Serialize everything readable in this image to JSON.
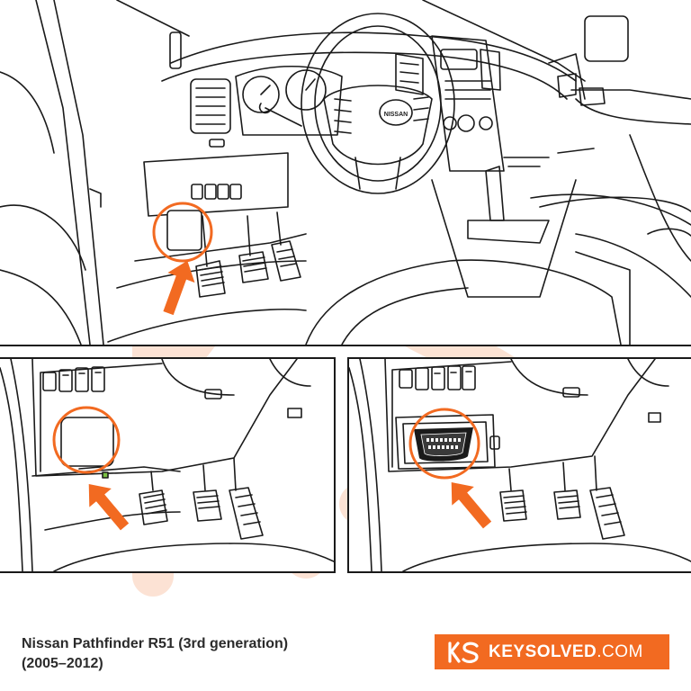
{
  "caption": {
    "line1": "Nissan Pathfinder R51 (3rd generation)",
    "line2": "(2005–2012)"
  },
  "brand": {
    "name_bold": "KEYSOLVED",
    "name_suffix": ".COM",
    "background_color": "#f26a21"
  },
  "steering_badge": "NISSAN",
  "accent_color": "#f26a21",
  "watermark_color": "#fbd9c6",
  "icons": {
    "arrow": "up-right-arrow",
    "highlight": "circle-highlight",
    "port": "obd2-port"
  }
}
